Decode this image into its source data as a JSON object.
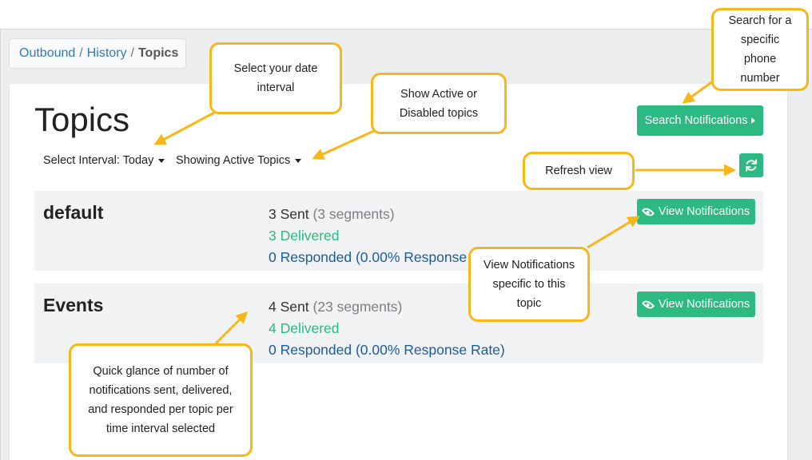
{
  "breadcrumb": {
    "items": [
      "Outbound",
      "History"
    ],
    "current": "Topics"
  },
  "page": {
    "title": "Topics"
  },
  "filters": {
    "interval_label": "Select Interval: Today",
    "status_label": "Showing Active Topics"
  },
  "actions": {
    "search_label": "Search Notifications",
    "refresh_icon": "refresh-icon"
  },
  "topics": [
    {
      "name": "default",
      "sent": "3 Sent",
      "segments": "(3 segments)",
      "delivered": "3 Delivered",
      "responded": "0 Responded (0.00% Response",
      "button": "View Notifications"
    },
    {
      "name": "Events",
      "sent": "4 Sent",
      "segments": "(23 segments)",
      "delivered": "4 Delivered",
      "responded": "0 Responded (0.00% Response Rate)",
      "button": "View Notifications"
    }
  ],
  "callouts": {
    "date": [
      "Select your date",
      "interval"
    ],
    "status": [
      "Show Active or",
      "Disabled topics"
    ],
    "search": [
      "Search for a",
      "specific",
      "phone",
      "number"
    ],
    "refresh": [
      "Refresh view"
    ],
    "view": [
      "View Notifications",
      "specific to this",
      "topic"
    ],
    "glance": [
      "Quick glance of number of",
      "notifications sent, delivered,",
      "and responded per topic per",
      "time interval selected"
    ]
  },
  "colors": {
    "accent_green": "#2db982",
    "link_blue": "#337ab7",
    "responded_blue": "#1c5b9e",
    "callout_border": "#f7b718"
  }
}
